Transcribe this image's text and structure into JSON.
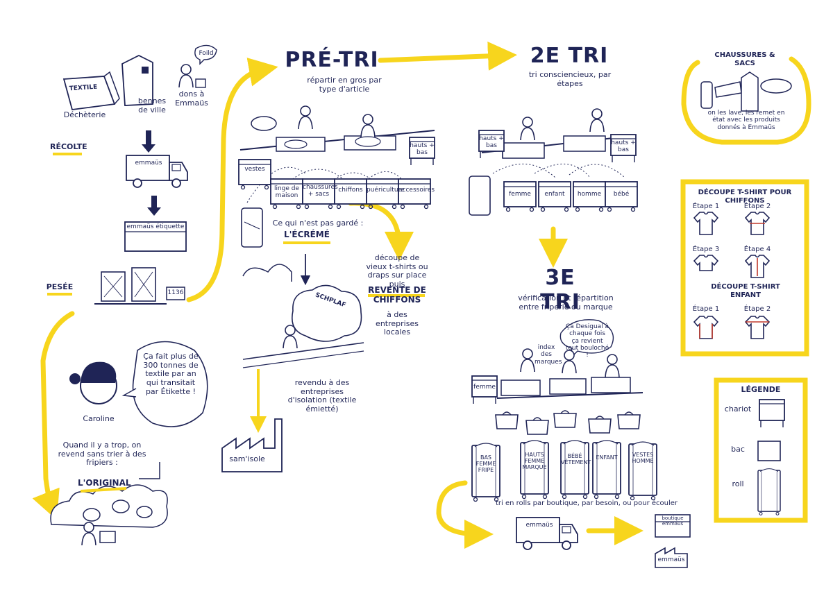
{
  "colors": {
    "ink": "#1f2456",
    "yellow": "#f7d51d",
    "red": "#c0392b"
  },
  "recolte": {
    "textile": "TEXTILE",
    "decheterie": "Déchèterie",
    "bennes": "bennes de ville",
    "foild": "Foild",
    "dons": "dons à Emmaüs",
    "title": "RÉCOLTE",
    "truck": "emmaüs",
    "etiquette": "emmaüs étiquette",
    "pesee": "PESÉE",
    "weight": "1136"
  },
  "caroline": {
    "name": "Caroline",
    "speech": "Ça fait plus de 300 tonnes de textile par an qui transitait par Étikette !"
  },
  "original": {
    "text": "Quand il y a trop, on revend sans trier à des fripiers :",
    "title": "L'ORIGINAL"
  },
  "pretri": {
    "title": "PRÉ-TRI",
    "subtitle": "répartir en gros par type d'article",
    "bins": [
      "vestes",
      "linge de maison",
      "chaussures + sacs",
      "chiffons",
      "puériculture",
      "accessoires"
    ],
    "hauts": "hauts + bas",
    "ecreme_q": "Ce qui n'est pas gardé :",
    "ecreme": "L'ÉCRÉMÉ",
    "schplaf": "SCHPLAF",
    "revendu": "revendu à des entreprises d'isolation (textile émietté)",
    "samisole": "sam'isole",
    "decoupe": "découpe de vieux t-shirts ou draps sur place puis",
    "revente": "REVENTE DE CHIFFONS",
    "revente_sub": "à des entreprises locales"
  },
  "tri2": {
    "title": "2E TRI",
    "subtitle": "tri consciencieux, par étapes",
    "hauts": "hauts + bas",
    "bins": [
      "femme",
      "enfant",
      "homme",
      "bébé"
    ]
  },
  "tri3": {
    "title": "3E TRI",
    "subtitle": "vérification et répartition entre friperie ou marque",
    "index": "index des marques",
    "speech": "Ça Desigual à chaque fois ça revient tout bouloché !",
    "femme": "femme",
    "rolls": [
      "BAS FEMME FRIPE",
      "HAUTS FEMME MARQUE",
      "BÉBÉ VÊTEMENT",
      "ENFANT",
      "VESTES HOMME"
    ],
    "caption": "tri en rolls par boutique, par besoin, ou pour écouler",
    "truck": "emmaüs",
    "shop": "boutique emmaüs",
    "shop2": "emmaüs"
  },
  "chaussures": {
    "title": "CHAUSSURES & SACS",
    "text": "on les lave, les remet en état avec les produits donnés à Emmaüs"
  },
  "decoupe": {
    "title": "DÉCOUPE T-SHIRT POUR CHIFFONS",
    "steps": [
      "Étape 1",
      "Étape 2",
      "Étape 3",
      "Étape 4"
    ],
    "title2": "DÉCOUPE T-SHIRT ENFANT",
    "steps2": [
      "Étape 1",
      "Étape 2"
    ]
  },
  "legende": {
    "title": "LÉGENDE",
    "items": [
      "chariot",
      "bac",
      "roll"
    ]
  }
}
